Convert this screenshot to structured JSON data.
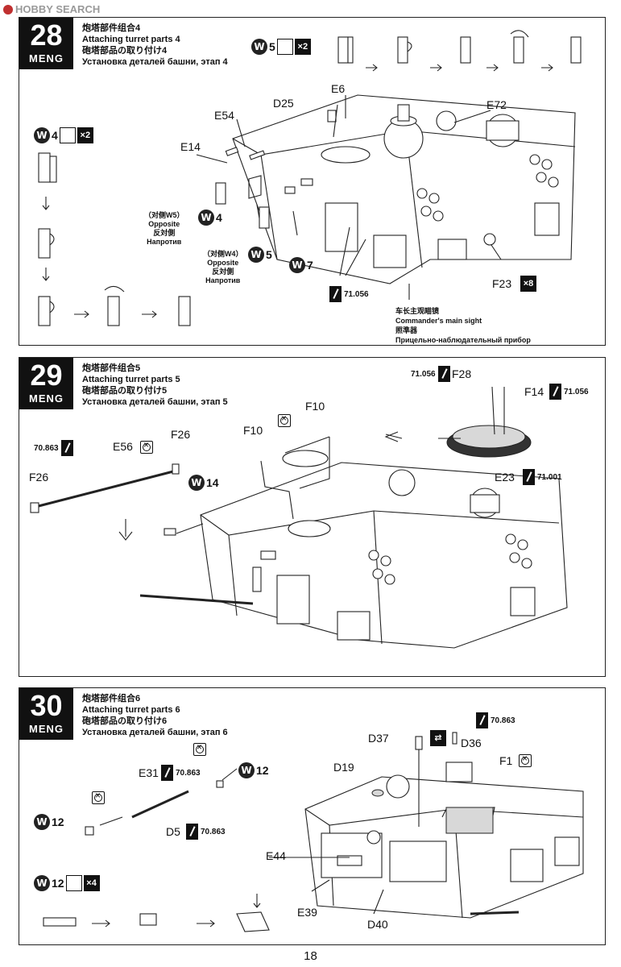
{
  "watermark": {
    "logo_text": "HOBBY SEARCH"
  },
  "brand": "MENG",
  "page_number": "18",
  "steps": [
    {
      "number": "28",
      "titles": [
        "炮塔部件组合4",
        "Attaching turret parts 4",
        "砲塔部品の取り付け4",
        "Установка деталей башни, этап 4"
      ],
      "labels": {
        "d25": "D25",
        "e6": "E6",
        "e72": "E72",
        "e54": "E54",
        "e14": "E14",
        "f23": "F23"
      },
      "qty_f23": "×8",
      "badges": {
        "w5_top": "5",
        "w4_left": "4",
        "w4_mid": "4",
        "w5_mid": "5",
        "w7": "7"
      },
      "qty_top": "×2",
      "qty_left": "×2",
      "opposite1": [
        "（对侧W5）",
        "Opposite",
        "反対側",
        "Напротив"
      ],
      "opposite2": [
        "（对侧W4）",
        "Opposite",
        "反対側",
        "Напротив"
      ],
      "paint": "71.056",
      "caption": [
        "车长主观瞄镜",
        "Commander's main sight",
        "照準器",
        "Прицельно-наблюдательный прибор"
      ]
    },
    {
      "number": "29",
      "titles": [
        "炮塔部件组合5",
        "Attaching turret parts 5",
        "砲塔部品の取り付け5",
        "Установка деталей башни, этап 5"
      ],
      "labels": {
        "f28": "F28",
        "f14": "F14",
        "f10a": "F10",
        "f10b": "F10",
        "e56": "E56",
        "f26a": "F26",
        "f26b": "F26",
        "e23": "E23"
      },
      "paints": {
        "f28": "71.056",
        "f14": "71.056",
        "e56": "70.863",
        "e23": "71.001"
      },
      "badges": {
        "w14": "14"
      }
    },
    {
      "number": "30",
      "titles": [
        "炮塔部件组合6",
        "Attaching turret parts 6",
        "砲塔部品の取り付け6",
        "Установка деталей башни, этап 6"
      ],
      "labels": {
        "d37": "D37",
        "d36": "D36",
        "d19": "D19",
        "f1": "F1",
        "e31": "E31",
        "d5": "D5",
        "e44": "E44",
        "e39": "E39",
        "d40": "D40"
      },
      "paints": {
        "d36": "70.863",
        "e31": "70.863",
        "d5": "70.863"
      },
      "badges": {
        "w12a": "12",
        "w12b": "12",
        "w12c": "12"
      },
      "qty": "×4"
    }
  ]
}
